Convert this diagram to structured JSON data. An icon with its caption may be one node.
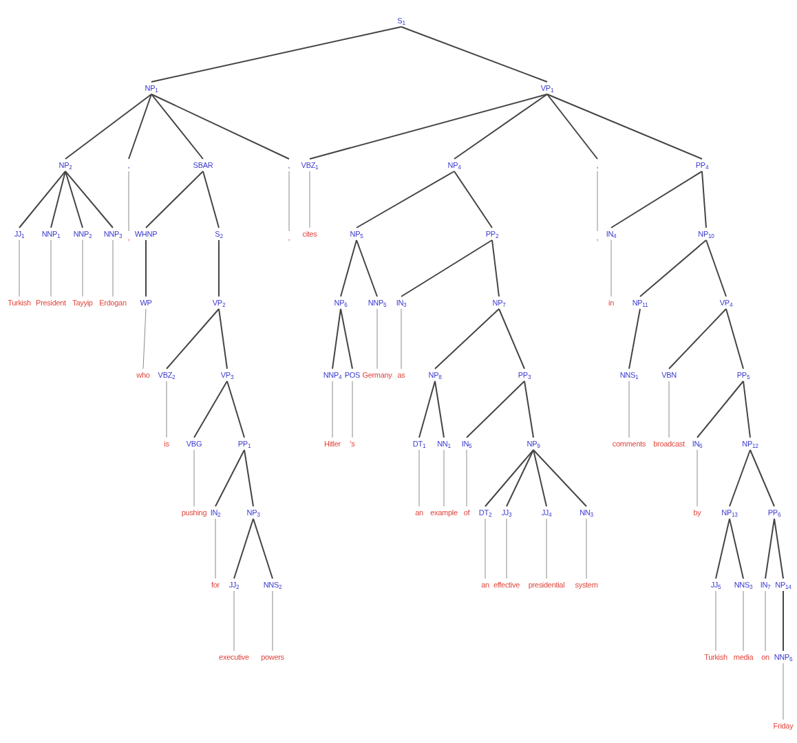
{
  "diagram": {
    "nodes": [
      {
        "text": [
          "S$_{1}$"
        ]
      },
      {
        "text": [
          "NP$_{1}$"
        ]
      },
      {
        "text": [
          "VP$_{1}$"
        ]
      },
      {
        "text": [
          "NP$_{2}$"
        ]
      },
      {
        "text": [
          ","
        ]
      },
      {
        "text": [
          "SBAR"
        ]
      },
      {
        "text": [
          ","
        ]
      },
      {
        "text": [
          "VBZ$_{1}$"
        ]
      },
      {
        "text": [
          "NP$_{4}$"
        ]
      },
      {
        "text": [
          ","
        ]
      },
      {
        "text": [
          "PP$_{4}$"
        ]
      },
      {
        "text": [
          "JJ$_{1}$"
        ]
      },
      {
        "text": [
          "NNP$_{1}$"
        ]
      },
      {
        "text": [
          "NNP$_{2}$"
        ]
      },
      {
        "text": [
          "NNP$_{3}$"
        ]
      },
      {
        "text": [
          ","
        ]
      },
      {
        "text": [
          "WHNP"
        ]
      },
      {
        "text": [
          "S$_{2}$"
        ]
      },
      {
        "text": [
          ","
        ]
      },
      {
        "text": [
          "cites"
        ]
      },
      {
        "text": [
          "NP$_{5}$"
        ]
      },
      {
        "text": [
          "PP$_{2}$"
        ]
      },
      {
        "text": [
          ","
        ]
      },
      {
        "text": [
          "IN$_{4}$"
        ]
      },
      {
        "text": [
          "NP$_{10}$"
        ]
      },
      {
        "text": [
          "Turkish"
        ]
      },
      {
        "text": [
          "President"
        ]
      },
      {
        "text": [
          "Tayyip"
        ]
      },
      {
        "text": [
          "Erdogan"
        ]
      },
      {
        "text": [
          "WP"
        ]
      },
      {
        "text": [
          "VP$_{2}$"
        ]
      },
      {
        "text": [
          "NP$_{6}$"
        ]
      },
      {
        "text": [
          "NNP$_{5}$"
        ]
      },
      {
        "text": [
          "IN$_{3}$"
        ]
      },
      {
        "text": [
          "NP$_{7}$"
        ]
      },
      {
        "text": [
          "in"
        ]
      },
      {
        "text": [
          "NP$_{11}$"
        ]
      },
      {
        "text": [
          "VP$_{4}$"
        ]
      },
      {
        "text": [
          "who"
        ]
      },
      {
        "text": [
          "VBZ$_{2}$"
        ]
      },
      {
        "text": [
          "VP$_{3}$"
        ]
      },
      {
        "text": [
          "NNP$_{4}$"
        ]
      },
      {
        "text": [
          "POS"
        ]
      },
      {
        "text": [
          "Germany"
        ]
      },
      {
        "text": [
          "as"
        ]
      },
      {
        "text": [
          "NP$_{8}$"
        ]
      },
      {
        "text": [
          "PP$_{3}$"
        ]
      },
      {
        "text": [
          "NNS$_{1}$"
        ]
      },
      {
        "text": [
          "VBN"
        ]
      },
      {
        "text": [
          "PP$_{5}$"
        ]
      },
      {
        "text": [
          "is"
        ]
      },
      {
        "text": [
          "VBG"
        ]
      },
      {
        "text": [
          "PP$_{1}$"
        ]
      },
      {
        "text": [
          "Hitler"
        ]
      },
      {
        "text": [
          "'s"
        ]
      },
      {
        "text": [
          "DT$_{1}$"
        ]
      },
      {
        "text": [
          "NN$_{1}$"
        ]
      },
      {
        "text": [
          "IN$_{5}$"
        ]
      },
      {
        "text": [
          "NP$_{9}$"
        ]
      },
      {
        "text": [
          "comments"
        ]
      },
      {
        "text": [
          "broadcast"
        ]
      },
      {
        "text": [
          "IN$_{6}$"
        ]
      },
      {
        "text": [
          "NP$_{12}$"
        ]
      },
      {
        "text": [
          "pushing"
        ]
      },
      {
        "text": [
          "IN$_{2}$"
        ]
      },
      {
        "text": [
          "NP$_{3}$"
        ]
      },
      {
        "text": [
          "an"
        ]
      },
      {
        "text": [
          "example"
        ]
      },
      {
        "text": [
          "of"
        ]
      },
      {
        "text": [
          "DT$_{2}$"
        ]
      },
      {
        "text": [
          "JJ$_{3}$"
        ]
      },
      {
        "text": [
          "JJ$_{4}$"
        ]
      },
      {
        "text": [
          "NN$_{3}$"
        ]
      },
      {
        "text": [
          "by"
        ]
      },
      {
        "text": [
          "NP$_{13}$"
        ]
      },
      {
        "text": [
          "PP$_{6}$"
        ]
      },
      {
        "text": [
          "for"
        ]
      },
      {
        "text": [
          "JJ$_{2}$"
        ]
      },
      {
        "text": [
          "NNS$_{2}$"
        ]
      },
      {
        "text": [
          "an"
        ]
      },
      {
        "text": [
          "effective"
        ]
      },
      {
        "text": [
          "presidential"
        ]
      },
      {
        "text": [
          "system"
        ]
      },
      {
        "text": [
          "JJ$_{5}$"
        ]
      },
      {
        "text": [
          "NNS$_{3}$"
        ]
      },
      {
        "text": [
          "IN$_{7}$"
        ]
      },
      {
        "text": [
          "NP$_{14}$"
        ]
      },
      {
        "text": [
          "executive"
        ]
      },
      {
        "text": [
          "powers"
        ]
      },
      {
        "text": [
          "Turkish"
        ]
      },
      {
        "text": [
          "media"
        ]
      },
      {
        "text": [
          "on"
        ]
      },
      {
        "text": [
          "NNP$_{6}$"
        ]
      },
      {
        "text": [
          "Friday"
        ]
      }
    ],
    "edges": [
      {
        "from": 0,
        "to": 1,
        "arrow": "none"
      },
      {
        "from": 0,
        "to": 2,
        "arrow": "none"
      },
      {
        "from": 1,
        "to": 3,
        "arrow": "none"
      },
      {
        "from": 1,
        "to": 4,
        "arrow": "none"
      },
      {
        "from": 1,
        "to": 5,
        "arrow": "none"
      },
      {
        "from": 1,
        "to": 6,
        "arrow": "none"
      },
      {
        "from": 2,
        "to": 7,
        "arrow": "none"
      },
      {
        "from": 2,
        "to": 8,
        "arrow": "none"
      },
      {
        "from": 2,
        "to": 9,
        "arrow": "none"
      },
      {
        "from": 2,
        "to": 10,
        "arrow": "none"
      },
      {
        "from": 3,
        "to": 11,
        "arrow": "none"
      },
      {
        "from": 3,
        "to": 12,
        "arrow": "none"
      },
      {
        "from": 3,
        "to": 13,
        "arrow": "none"
      },
      {
        "from": 3,
        "to": 14,
        "arrow": "none"
      },
      {
        "from": 4,
        "to": 15,
        "arrow": "none"
      },
      {
        "from": 5,
        "to": 16,
        "arrow": "none"
      },
      {
        "from": 5,
        "to": 17,
        "arrow": "none"
      },
      {
        "from": 6,
        "to": 18,
        "arrow": "none"
      },
      {
        "from": 7,
        "to": 19,
        "arrow": "none"
      },
      {
        "from": 8,
        "to": 20,
        "arrow": "none"
      },
      {
        "from": 8,
        "to": 21,
        "arrow": "none"
      },
      {
        "from": 9,
        "to": 22,
        "arrow": "none"
      },
      {
        "from": 10,
        "to": 23,
        "arrow": "none"
      },
      {
        "from": 10,
        "to": 24,
        "arrow": "none"
      },
      {
        "from": 11,
        "to": 25,
        "arrow": "none"
      },
      {
        "from": 12,
        "to": 26,
        "arrow": "none"
      },
      {
        "from": 13,
        "to": 27,
        "arrow": "none"
      },
      {
        "from": 14,
        "to": 28,
        "arrow": "none"
      },
      {
        "from": 16,
        "to": 29,
        "arrow": "none"
      },
      {
        "from": 17,
        "to": 30,
        "arrow": "none"
      },
      {
        "from": 20,
        "to": 31,
        "arrow": "none"
      },
      {
        "from": 20,
        "to": 32,
        "arrow": "none"
      },
      {
        "from": 21,
        "to": 33,
        "arrow": "none"
      },
      {
        "from": 21,
        "to": 34,
        "arrow": "none"
      },
      {
        "from": 23,
        "to": 35,
        "arrow": "none"
      },
      {
        "from": 24,
        "to": 36,
        "arrow": "none"
      },
      {
        "from": 24,
        "to": 37,
        "arrow": "none"
      },
      {
        "from": 29,
        "to": 38,
        "arrow": "none"
      },
      {
        "from": 30,
        "to": 39,
        "arrow": "none"
      },
      {
        "from": 30,
        "to": 40,
        "arrow": "none"
      },
      {
        "from": 31,
        "to": 41,
        "arrow": "none"
      },
      {
        "from": 31,
        "to": 42,
        "arrow": "none"
      },
      {
        "from": 32,
        "to": 43,
        "arrow": "none"
      },
      {
        "from": 33,
        "to": 44,
        "arrow": "none"
      },
      {
        "from": 34,
        "to": 45,
        "arrow": "none"
      },
      {
        "from": 34,
        "to": 46,
        "arrow": "none"
      },
      {
        "from": 36,
        "to": 47,
        "arrow": "none"
      },
      {
        "from": 37,
        "to": 48,
        "arrow": "none"
      },
      {
        "from": 37,
        "to": 49,
        "arrow": "none"
      },
      {
        "from": 39,
        "to": 50,
        "arrow": "none"
      },
      {
        "from": 40,
        "to": 51,
        "arrow": "none"
      },
      {
        "from": 40,
        "to": 52,
        "arrow": "none"
      },
      {
        "from": 41,
        "to": 53,
        "arrow": "none"
      },
      {
        "from": 42,
        "to": 54,
        "arrow": "none"
      },
      {
        "from": 45,
        "to": 55,
        "arrow": "none"
      },
      {
        "from": 45,
        "to": 56,
        "arrow": "none"
      },
      {
        "from": 46,
        "to": 57,
        "arrow": "none"
      },
      {
        "from": 46,
        "to": 58,
        "arrow": "none"
      },
      {
        "from": 47,
        "to": 59,
        "arrow": "none"
      },
      {
        "from": 48,
        "to": 60,
        "arrow": "none"
      },
      {
        "from": 49,
        "to": 61,
        "arrow": "none"
      },
      {
        "from": 49,
        "to": 62,
        "arrow": "none"
      },
      {
        "from": 51,
        "to": 63,
        "arrow": "none"
      },
      {
        "from": 52,
        "to": 64,
        "arrow": "none"
      },
      {
        "from": 52,
        "to": 65,
        "arrow": "none"
      },
      {
        "from": 55,
        "to": 66,
        "arrow": "none"
      },
      {
        "from": 56,
        "to": 67,
        "arrow": "none"
      },
      {
        "from": 57,
        "to": 68,
        "arrow": "none"
      },
      {
        "from": 58,
        "to": 69,
        "arrow": "none"
      },
      {
        "from": 58,
        "to": 70,
        "arrow": "none"
      },
      {
        "from": 58,
        "to": 71,
        "arrow": "none"
      },
      {
        "from": 58,
        "to": 72,
        "arrow": "none"
      },
      {
        "from": 61,
        "to": 73,
        "arrow": "none"
      },
      {
        "from": 62,
        "to": 74,
        "arrow": "none"
      },
      {
        "from": 62,
        "to": 75,
        "arrow": "none"
      },
      {
        "from": 64,
        "to": 76,
        "arrow": "none"
      },
      {
        "from": 65,
        "to": 77,
        "arrow": "none"
      },
      {
        "from": 65,
        "to": 78,
        "arrow": "none"
      },
      {
        "from": 69,
        "to": 79,
        "arrow": "none"
      },
      {
        "from": 70,
        "to": 80,
        "arrow": "none"
      },
      {
        "from": 71,
        "to": 81,
        "arrow": "none"
      },
      {
        "from": 72,
        "to": 82,
        "arrow": "none"
      },
      {
        "from": 74,
        "to": 83,
        "arrow": "none"
      },
      {
        "from": 74,
        "to": 84,
        "arrow": "none"
      },
      {
        "from": 75,
        "to": 85,
        "arrow": "none"
      },
      {
        "from": 75,
        "to": 86,
        "arrow": "none"
      },
      {
        "from": 77,
        "to": 87,
        "arrow": "none"
      },
      {
        "from": 78,
        "to": 88,
        "arrow": "none"
      },
      {
        "from": 83,
        "to": 89,
        "arrow": "none"
      },
      {
        "from": 84,
        "to": 90,
        "arrow": "none"
      },
      {
        "from": 85,
        "to": 91,
        "arrow": "none"
      },
      {
        "from": 86,
        "to": 92,
        "arrow": "none"
      },
      {
        "from": 92,
        "to": 93,
        "arrow": "none"
      }
    ]
  }
}
